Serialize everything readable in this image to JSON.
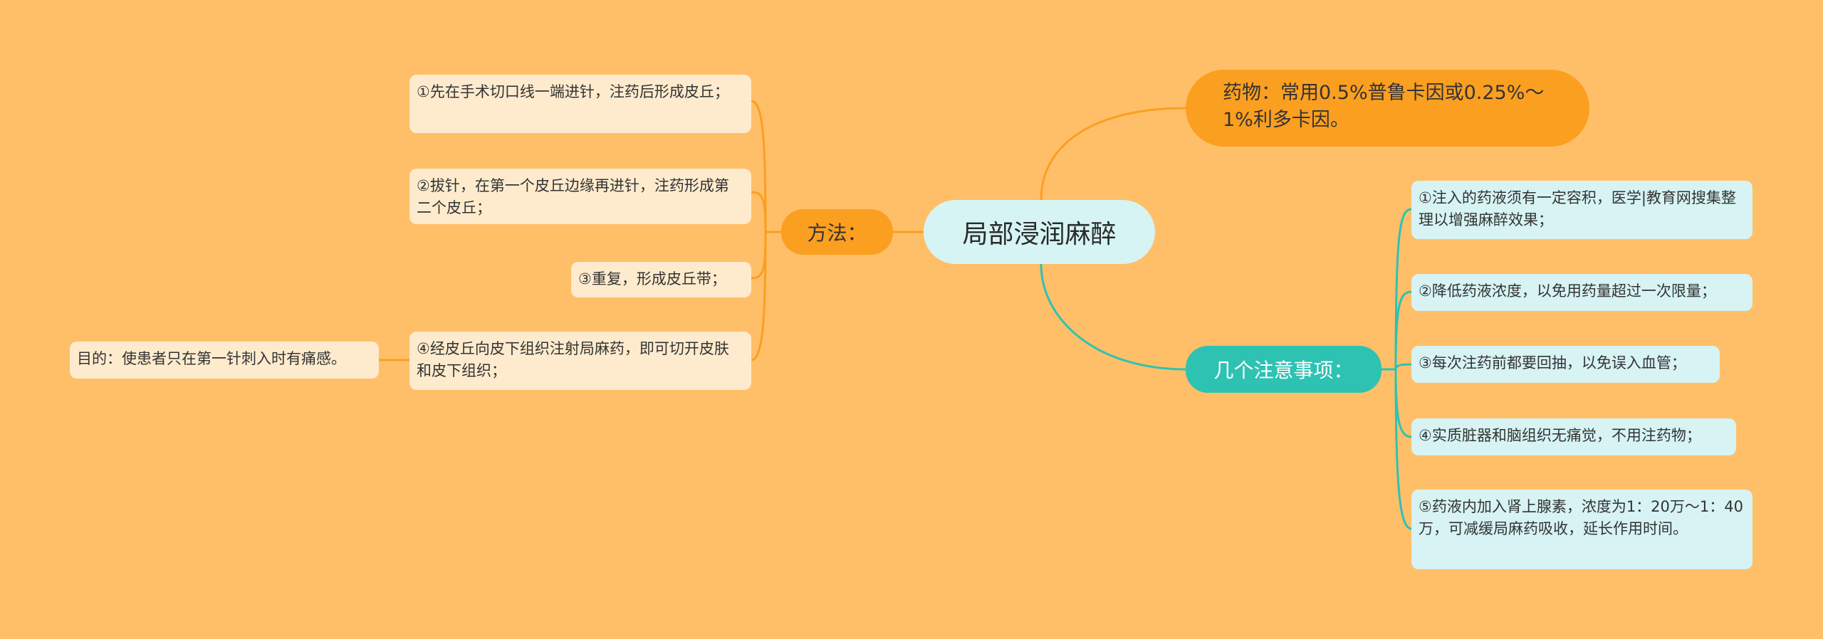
{
  "colors": {
    "background": "#FFBF69",
    "center_fill": "#D6F4F3",
    "orange_branch": "#FB9F20",
    "orange_leaf": "#FEEBCE",
    "teal_branch": "#2EC2B3",
    "teal_leaf": "#D7F3F3"
  },
  "center": {
    "label": "局部浸润麻醉"
  },
  "drug_branch": {
    "label": "药物：常用0.5%普鲁卡因或0.25%～1%利多卡因。"
  },
  "method_branch": {
    "label": "方法：",
    "steps": [
      "①先在手术切口线一端进针，注药后形成皮丘；",
      "②拔针，在第一个皮丘边缘再进针，注药形成第二个皮丘；",
      "③重复，形成皮丘带；",
      "④经皮丘向皮下组织注射局麻药，即可切开皮肤和皮下组织；"
    ],
    "purpose": "目的：使患者只在第一针刺入时有痛感。"
  },
  "notes_branch": {
    "label": "几个注意事项：",
    "items": [
      "①注入的药液须有一定容积，医学|教育网搜集整理以增强麻醉效果；",
      "②降低药液浓度，以免用药量超过一次限量；",
      "③每次注药前都要回抽，以免误入血管；",
      "④实质脏器和脑组织无痛觉，不用注药物；",
      "⑤药液内加入肾上腺素，浓度为1：20万～1：40万，可减缓局麻药吸收，延长作用时间。"
    ]
  }
}
